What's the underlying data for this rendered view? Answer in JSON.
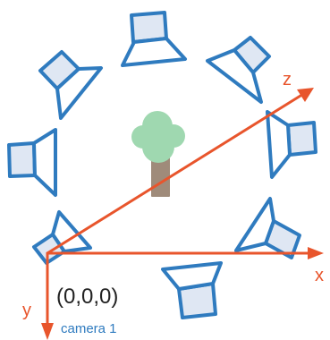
{
  "labels": {
    "x_axis": "x",
    "y_axis": "y",
    "z_axis": "z",
    "origin": "(0,0,0)",
    "camera": "camera 1"
  },
  "colors": {
    "camera_stroke": "#2f7bbf",
    "camera_fill": "#dfe7f3",
    "axis": "#e8552c",
    "origin_text": "#222222",
    "camera_text": "#2f7bbf",
    "tree_canopy": "#9fd8b0",
    "tree_trunk": "#9f8b7a"
  },
  "icons": {
    "camera": "camera-icon",
    "tree": "tree-icon",
    "axis": "axis-arrow-icon"
  }
}
